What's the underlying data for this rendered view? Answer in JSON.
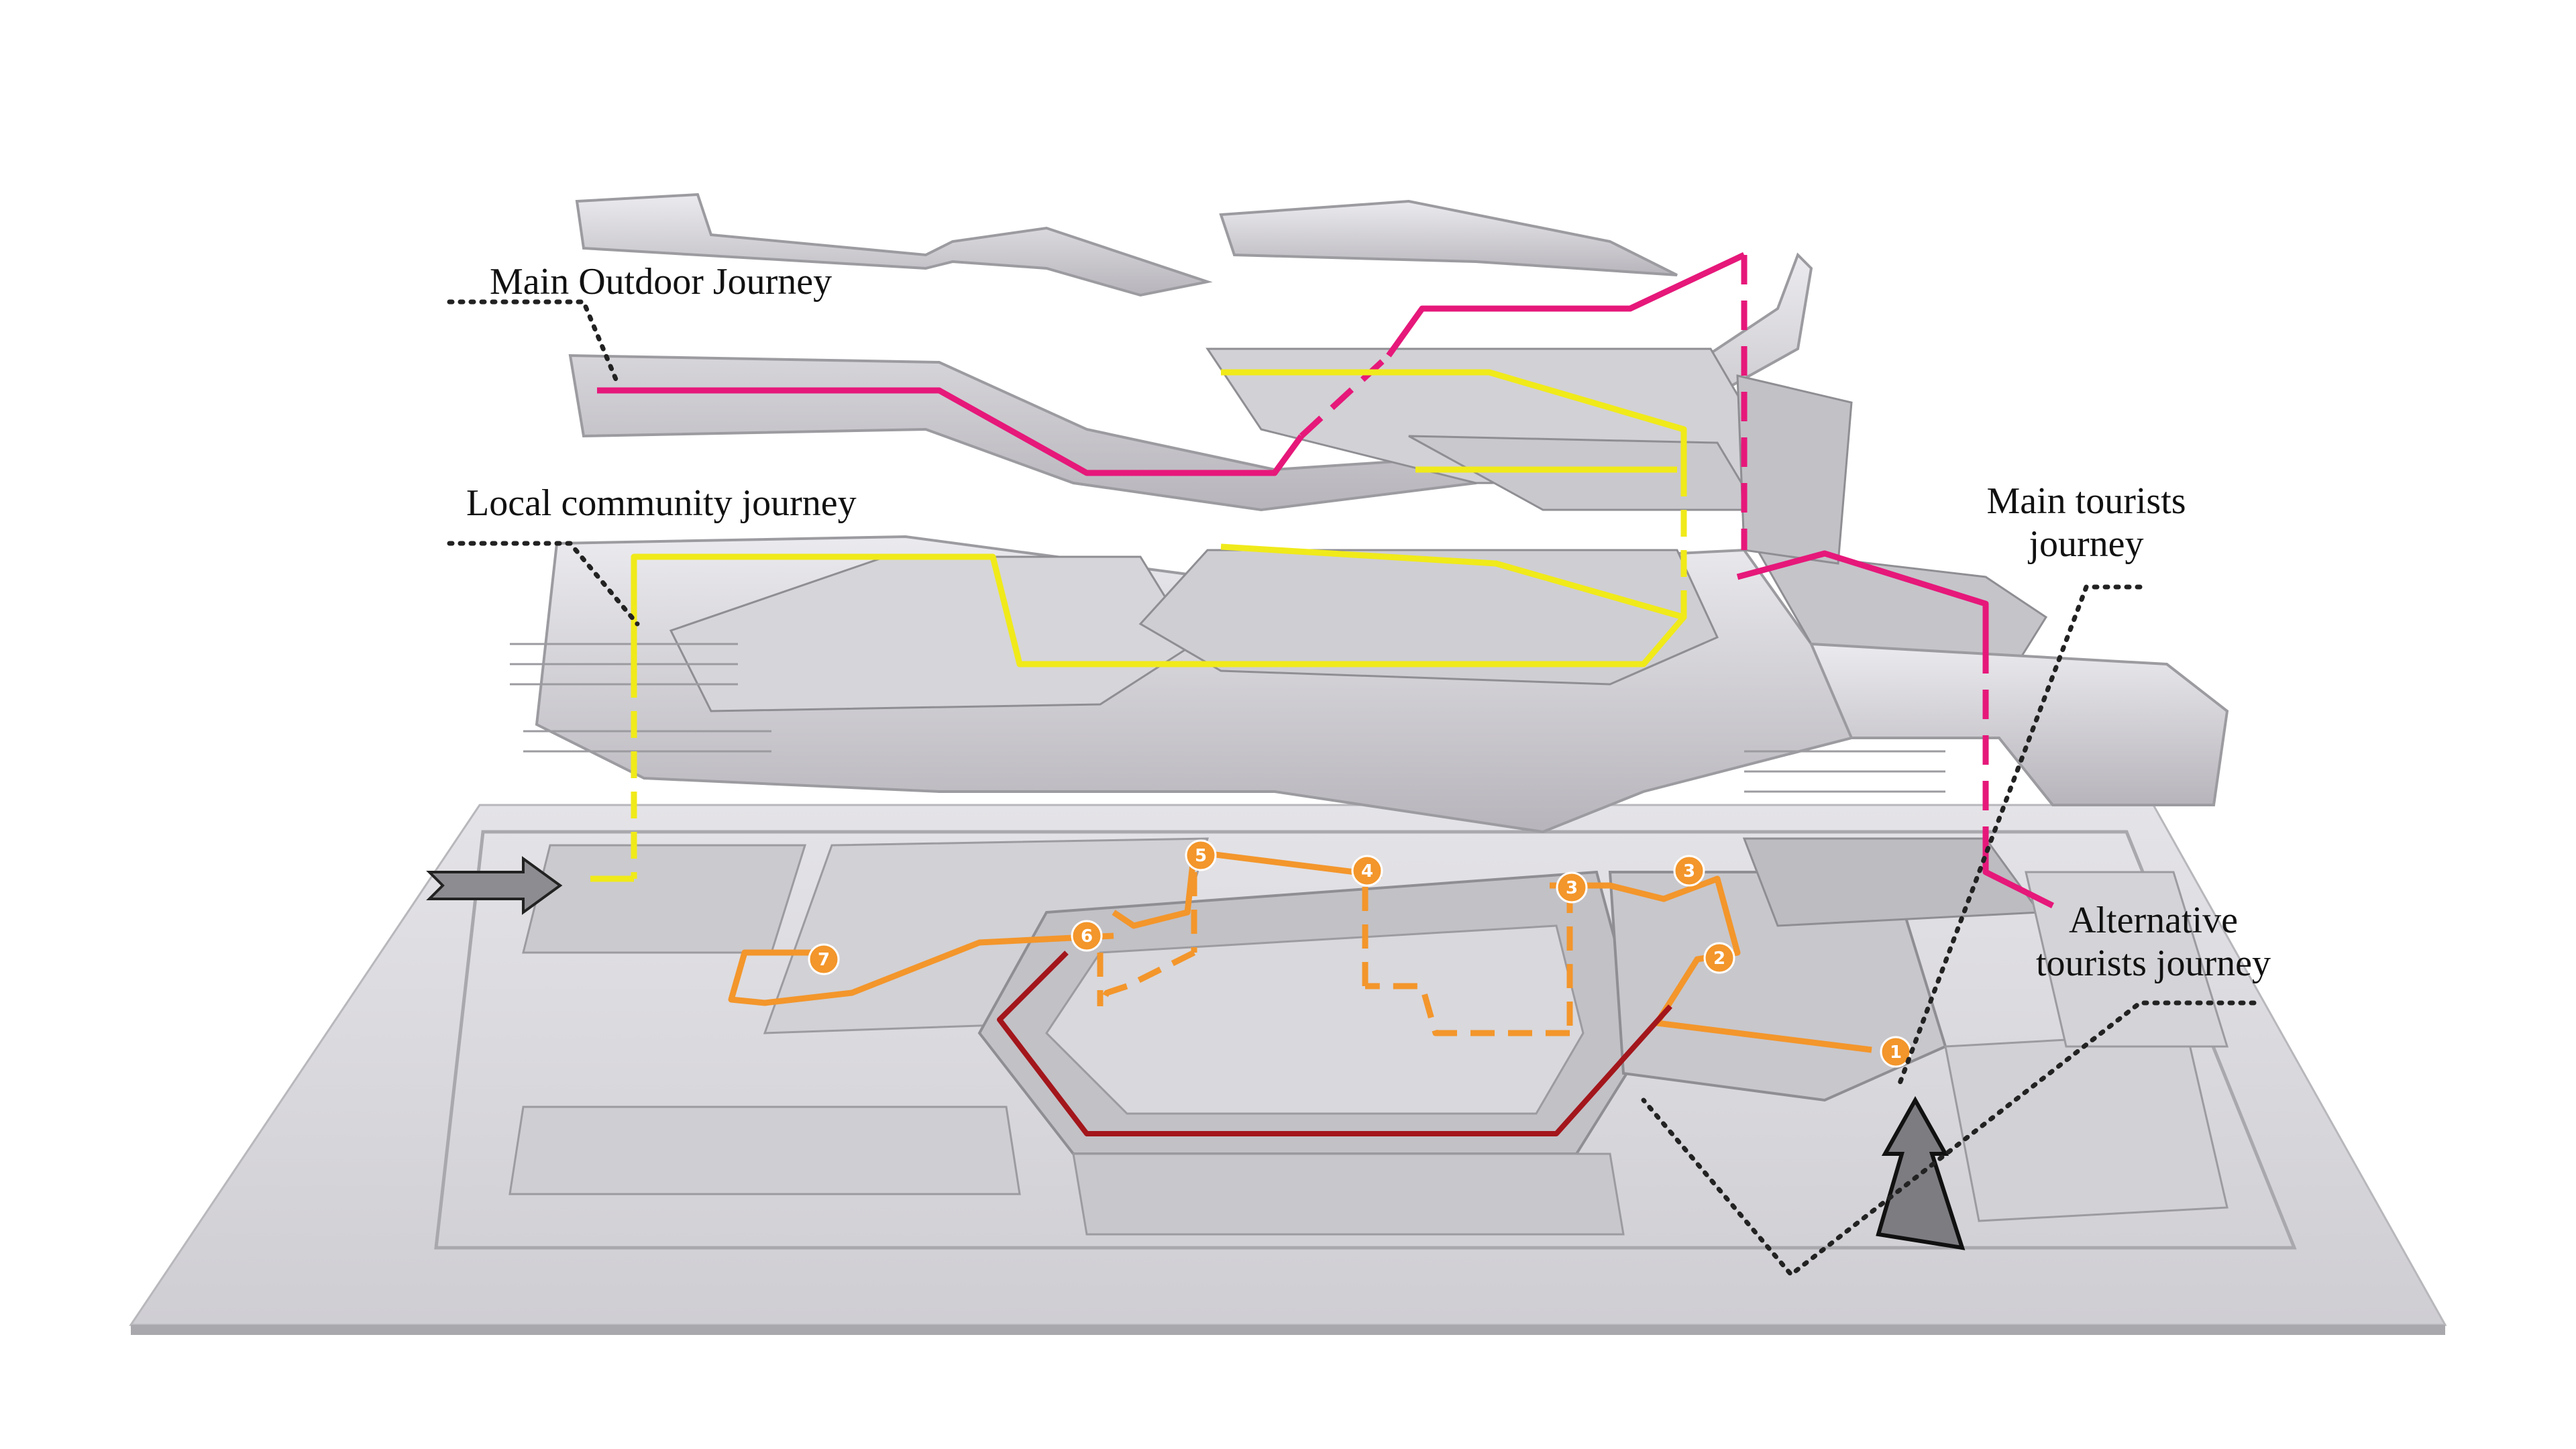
{
  "labels": {
    "main_outdoor": "Main Outdoor Journey",
    "local_community": "Local community journey",
    "main_tourists_line1": "Main tourists",
    "main_tourists_line2": "journey",
    "alternative_line1": "Alternative",
    "alternative_line2": "tourists journey"
  },
  "markers": [
    "1",
    "2",
    "3",
    "3",
    "4",
    "5",
    "6",
    "7"
  ],
  "colors": {
    "main_outdoor": "#e6187a",
    "local_community": "#f0ea1a",
    "main_tourists": "#f3962b",
    "alternative": "#a3161b",
    "slab": "#c9c7cc",
    "slab_top": "#e3e2e6",
    "base": "#d9d8dc"
  }
}
